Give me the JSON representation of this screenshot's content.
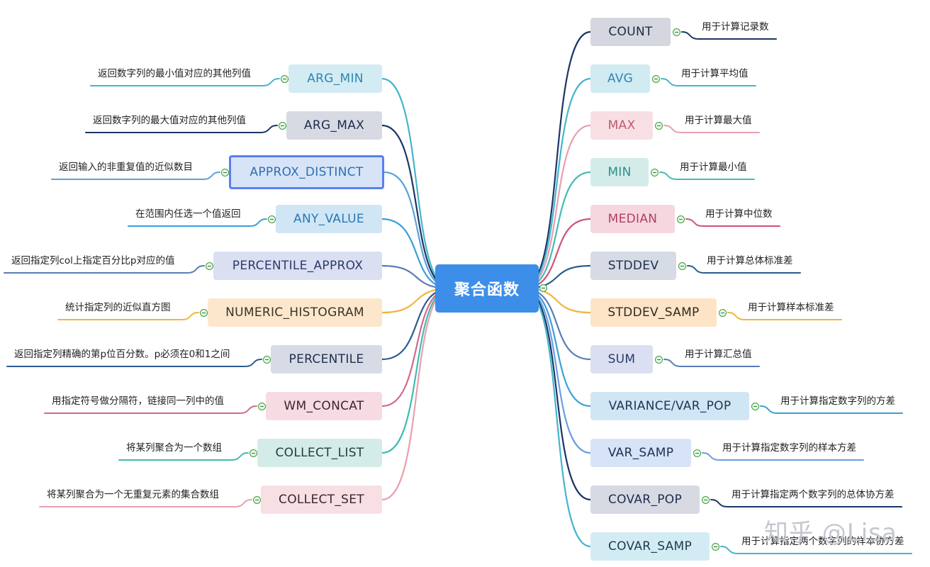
{
  "center": {
    "label": "聚合函数",
    "color": "#3d8ee8"
  },
  "watermark": "知乎 @Lisa",
  "left_items": [
    {
      "name": "ARG_MIN",
      "desc": "返回数字列的最小值对应的其他列值",
      "bg": "#d3ecf3",
      "fg": "#2f86b3",
      "line": "#45b5cc"
    },
    {
      "name": "ARG_MAX",
      "desc": "返回数字列的最大值对应的其他列值",
      "bg": "#d7dae3",
      "fg": "#1f2d4f",
      "line": "#1b3566"
    },
    {
      "name": "APPROX_DISTINCT",
      "desc": "返回输入的非重复值的近似数目",
      "bg": "#d7e4f8",
      "fg": "#2e6fb2",
      "line": "#5aa1d9",
      "selected": true
    },
    {
      "name": "ANY_VALUE",
      "desc": "在范围内任选一个值返回",
      "bg": "#d0e6f5",
      "fg": "#2a78b5",
      "line": "#3a9fd8"
    },
    {
      "name": "PERCENTILE_APPROX",
      "desc": "返回指定列col上指定百分比p对应的值",
      "bg": "#dadff2",
      "fg": "#2c3c6a",
      "line": "#5b7bb8"
    },
    {
      "name": "NUMERIC_HISTOGRAM",
      "desc": "统计指定列的近似直方图",
      "bg": "#fde7cc",
      "fg": "#3c3325",
      "line": "#efb63a"
    },
    {
      "name": "PERCENTILE",
      "desc": "返回指定列精确的第p位百分数。p必须在0和1之间",
      "bg": "#d7dbe6",
      "fg": "#22304e",
      "line": "#2a5c8f"
    },
    {
      "name": "WM_CONCAT",
      "desc": "用指定符号做分隔符，链接同一列中的值",
      "bg": "#f7dbe3",
      "fg": "#3a2530",
      "line": "#d06a8c"
    },
    {
      "name": "COLLECT_LIST",
      "desc": "将某列聚合为一个数组",
      "bg": "#d4ece8",
      "fg": "#1f3d3a",
      "line": "#3fbcb0"
    },
    {
      "name": "COLLECT_SET",
      "desc": "将某列聚合为一个无重复元素的集合数组",
      "bg": "#f8dfe3",
      "fg": "#3b2630",
      "line": "#e8a0ad"
    }
  ],
  "right_items": [
    {
      "name": "COUNT",
      "desc": "用于计算记录数",
      "bg": "#d4d7df",
      "fg": "#1f2a44",
      "line": "#1b3566"
    },
    {
      "name": "AVG",
      "desc": "用于计算平均值",
      "bg": "#d1ebf2",
      "fg": "#2f88b6",
      "line": "#45b5cc"
    },
    {
      "name": "MAX",
      "desc": "用于计算最大值",
      "bg": "#f8dfe3",
      "fg": "#c1586f",
      "line": "#e8a0ad"
    },
    {
      "name": "MIN",
      "desc": "用于计算最小值",
      "bg": "#d3ecea",
      "fg": "#2d8f8a",
      "line": "#45bcb4"
    },
    {
      "name": "MEDIAN",
      "desc": "用于计算中位数",
      "bg": "#f6d7df",
      "fg": "#b23e63",
      "line": "#d0527a"
    },
    {
      "name": "STDDEV",
      "desc": "用于计算总体标准差",
      "bg": "#d6dbe5",
      "fg": "#1f2d4a",
      "line": "#2a5c8f"
    },
    {
      "name": "STDDEV_SAMP",
      "desc": "用于计算样本标准差",
      "bg": "#fde4c6",
      "fg": "#2e2a22",
      "line": "#efb63a"
    },
    {
      "name": "SUM",
      "desc": "用于计算汇总值",
      "bg": "#dadff2",
      "fg": "#2c3c6a",
      "line": "#5b7bb8"
    },
    {
      "name": "VARIANCE/VAR_POP",
      "desc": "用于计算指定数字列的方差",
      "bg": "#d0e6f5",
      "fg": "#1f3550",
      "line": "#3a9fd8"
    },
    {
      "name": "VAR_SAMP",
      "desc": "用于计算指定数字列的样本方差",
      "bg": "#d7e4f8",
      "fg": "#1f3050",
      "line": "#6a9ee0"
    },
    {
      "name": "COVAR_POP",
      "desc": "用于计算指定两个数字列的总体协方差",
      "bg": "#d7dae3",
      "fg": "#1f2d4f",
      "line": "#1b3566"
    },
    {
      "name": "COVAR_SAMP",
      "desc": "用于计算指定两个数字列的样本协方差",
      "bg": "#d3ecf3",
      "fg": "#1f3a4f",
      "line": "#45b5cc"
    }
  ]
}
